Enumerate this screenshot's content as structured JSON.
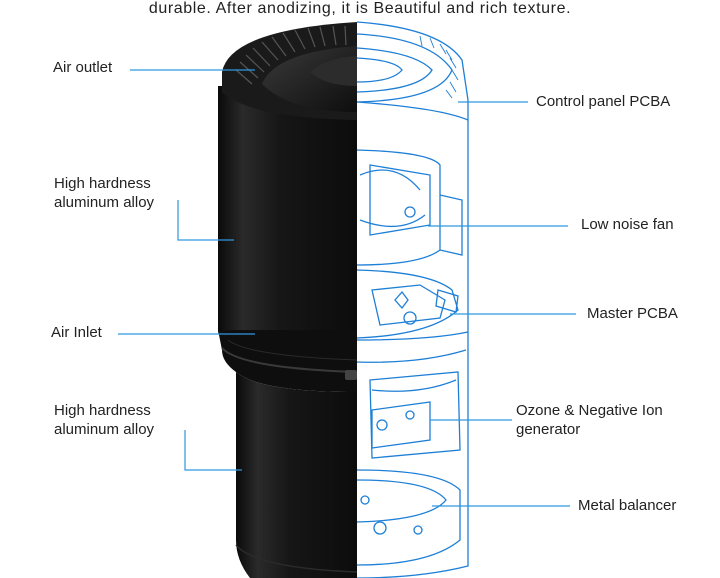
{
  "header_text": "durable. After anodizing, it is Beautiful and rich texture.",
  "labels": {
    "air_outlet": "Air outlet",
    "high_hardness_top_1": "High hardness",
    "high_hardness_top_2": "aluminum alloy",
    "air_inlet": "Air Inlet",
    "high_hardness_bottom_1": "High hardness",
    "high_hardness_bottom_2": "aluminum alloy",
    "control_panel": "Control panel PCBA",
    "low_noise_fan": "Low noise fan",
    "master_pcba": "Master PCBA",
    "ozone_1": "Ozone & Negative Ion",
    "ozone_2": "generator",
    "metal_balancer": "Metal balancer"
  },
  "colors": {
    "callout_line": "#2f96e0",
    "blueprint_line": "#1e7fd6",
    "body_black": "#111111"
  }
}
